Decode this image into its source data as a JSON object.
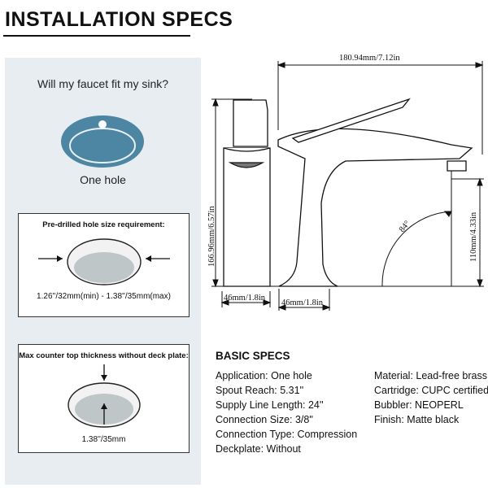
{
  "header": {
    "title": "INSTALLATION SPECS"
  },
  "left_panel": {
    "question": "Will my faucet fit my sink?",
    "hole_label": "One hole",
    "hole_requirement": {
      "label": "Pre-drilled hole size requirement:",
      "range": "1.26''/32mm(min) - 1.38''/35mm(max)"
    },
    "counter_thickness": {
      "label": "Max counter top thickness without deck plate:",
      "value": "1.38''/35mm"
    }
  },
  "diagram": {
    "overall_length": "180.94mm/7.12in",
    "height": "166.96mm/6.57in",
    "spout_height": "110mm/4.33in",
    "handle_width": "46mm/1.8in",
    "base_width": "46mm/1.8in",
    "angle": "84°"
  },
  "specs": {
    "title": "BASIC SPECS",
    "left": [
      "Application: One hole",
      "Spout Reach: 5.31''",
      "Supply Line Length: 24''",
      "Connection Size: 3/8\"",
      "Connection Type: Compression",
      "Deckplate: Without"
    ],
    "right": [
      "Material: Lead-free brass",
      "Cartridge: CUPC certified",
      "Bubbler: NEOPERL",
      "Finish: Matte black"
    ]
  },
  "colors": {
    "panel_bg": "#e8edf1",
    "sink_blue": "#4d86a3",
    "hole_fill": "#bfc6c8",
    "accent_dark": "#111111"
  }
}
